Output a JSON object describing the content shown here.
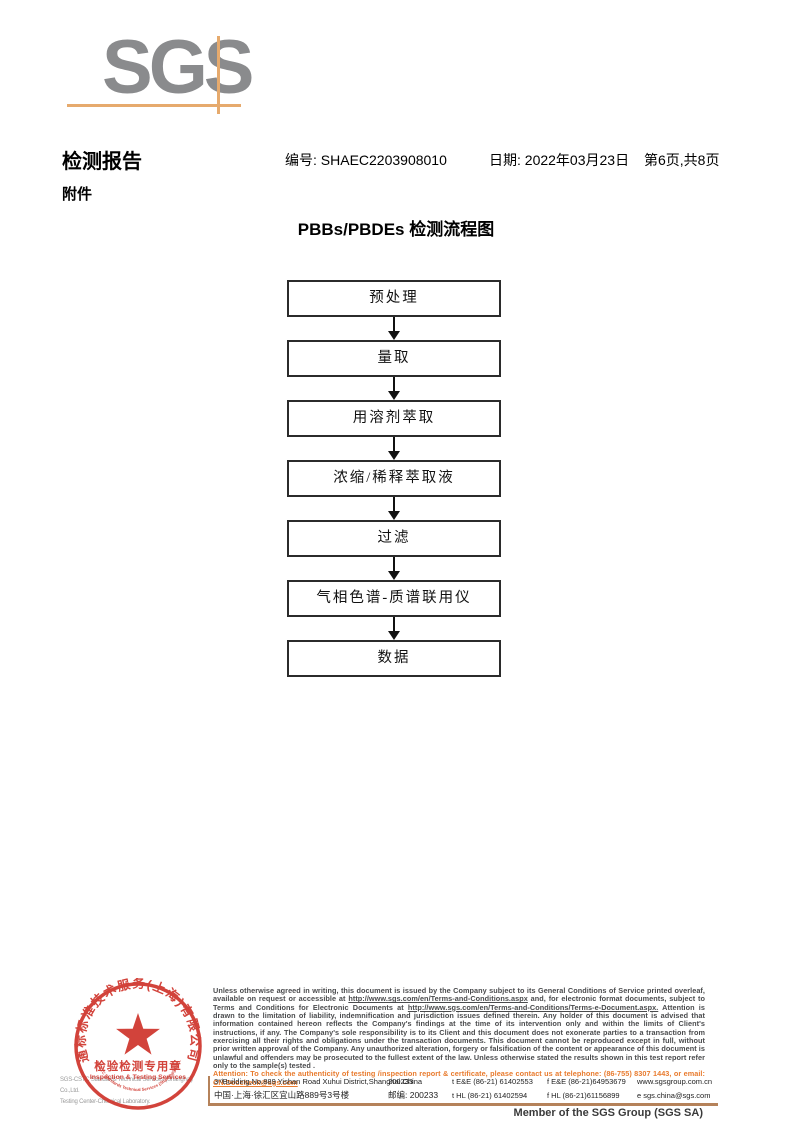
{
  "logo": {
    "text": "SGS"
  },
  "header": {
    "report_title": "检测报告",
    "report_no": "编号: SHAEC2203908010",
    "date": "日期: 2022年03月23日",
    "page_info": "第6页,共8页",
    "attachment_label": "附件"
  },
  "flowchart": {
    "title": "PBBs/PBDEs 检测流程图",
    "steps": [
      "预处理",
      "量取",
      "用溶剂萃取",
      "浓缩/稀释萃取液",
      "过滤",
      "气相色谱-质谱联用仪",
      "数据"
    ]
  },
  "stamp": {
    "ring_text": "通标标准技术服务(上海)有限公司",
    "bottom_arc_text": "SGS-CSTC Standards Technical Services (Shanghai) Co.,Ltd.",
    "center_line1": "检验检测专用章",
    "center_line2": "Inspection & Testing Services"
  },
  "company": {
    "name_en": "SGS-CSTC Standards Technical Services (Shanghai) Co.,Ltd.",
    "division": "Testing Center-Chemical Laboratory."
  },
  "legal": {
    "terms_part1": "Unless otherwise agreed in writing, this document is issued by the Company subject to its General Conditions of Service printed overleaf, available on request or accessible at ",
    "terms_link1": "http://www.sgs.com/en/Terms-and-Conditions.aspx",
    "terms_part2": " and, for electronic format documents, subject to Terms and Conditions for Electronic Documents at ",
    "terms_link2": "http://www.sgs.com/en/Terms-and-Conditions/Terms-e-Document.aspx.",
    "terms_part3": " Attention is drawn to the limitation of liability, indemnification and jurisdiction issues defined therein. Any holder of this document is advised that information contained hereon reflects the Company's findings at the time of its intervention only and within the limits of Client's instructions, if any. The Company's sole responsibility is to its Client and this document does not exonerate parties to a transaction from exercising all their rights and obligations under the transaction documents. This document cannot be reproduced except in full, without prior written approval of the Company. Any unauthorized alteration, forgery or falsification of the content or appearance of this document is unlawful and offenders may be prosecuted to the fullest extent of the law. Unless otherwise stated the results shown in this test report refer only to the sample(s) tested .",
    "attention_part1": "Attention: To check the authenticity of testing /inspection report & certificate, please contact us at telephone: (86-755) 8307 1443, or email: ",
    "attention_email": "CN.Doccheck@sgs.com"
  },
  "address": {
    "en_line": "3ʳᵈBuilding,No.889 Yishan Road Xuhui District,Shanghai China",
    "en_postcode": "200233",
    "tel1": "t E&E (86-21) 61402553",
    "fax1": "f E&E (86-21)64953679",
    "web": "www.sgsgroup.com.cn",
    "cn_line": "中国·上海·徐汇区宜山路889号3号楼",
    "cn_postcode": "邮编: 200233",
    "tel2": "t HL (86-21) 61402594",
    "fax2": "f HL (86-21)61156899",
    "email": "e  sgs.china@sgs.com"
  },
  "footer": {
    "member_text": "Member of the SGS Group (SGS SA)"
  },
  "colors": {
    "logo_gray": "#8a8b8d",
    "logo_line_tan": "#e6aa6d",
    "stamp_red": "#cf342b",
    "attention_orange": "#e87b2e",
    "legal_gray": "#4a4b4d",
    "rule_tan": "#b5825a"
  }
}
